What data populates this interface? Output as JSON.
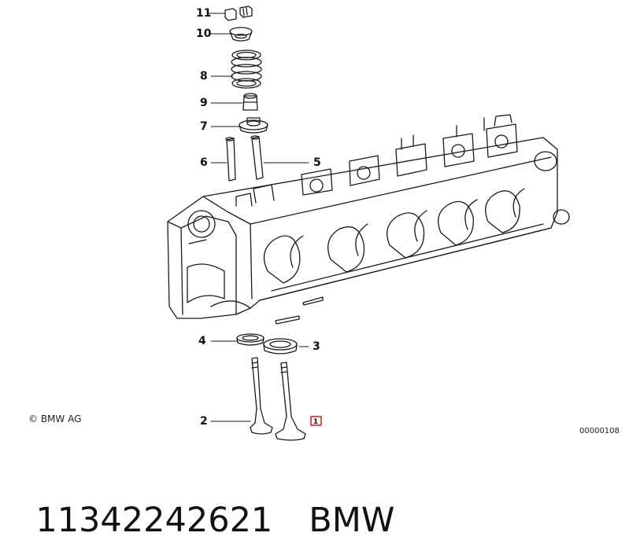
{
  "callouts": {
    "c11": "11",
    "c10": "10",
    "c8": "8",
    "c9": "9",
    "c7": "7",
    "c6": "6",
    "c5": "5",
    "c4": "4",
    "c3": "3",
    "c2": "2"
  },
  "copyright": "© BMW AG",
  "figure_id": "00000108",
  "caption": {
    "part_number": "11342242621",
    "brand": "BMW"
  },
  "colors": {
    "line": "#1a1a1a",
    "highlight": "#d0141e"
  }
}
